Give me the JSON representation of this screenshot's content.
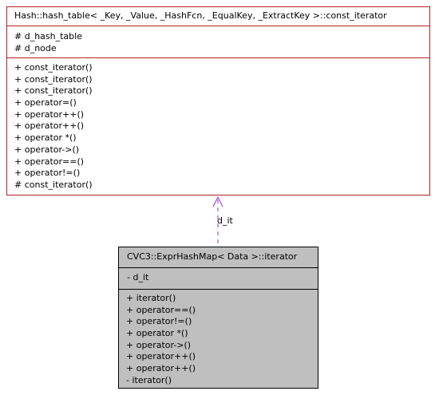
{
  "base_class": {
    "title": "Hash::hash_table< _Key, _Value, _HashFcn, _EqualKey, _ExtractKey >::const_iterator",
    "attributes": [
      "# d_hash_table",
      "# d_node"
    ],
    "operations": [
      "+ const_iterator()",
      "+ const_iterator()",
      "+ const_iterator()",
      "+ operator=()",
      "+ operator++()",
      "+ operator++()",
      "+ operator *()",
      "+ operator->()",
      "+ operator==()",
      "+ operator!=()",
      "# const_iterator()"
    ]
  },
  "derived_class": {
    "title": "CVC3::ExprHashMap< Data >::iterator",
    "attributes": [
      "- d_it"
    ],
    "operations": [
      "+ iterator()",
      "+ operator==()",
      "+ operator!=()",
      "+ operator *()",
      "+ operator->()",
      "+ operator++()",
      "+ operator++()",
      "- iterator()"
    ]
  },
  "relation": {
    "label": "d_it",
    "color": "#9a32cd"
  },
  "colors": {
    "base_border": "#b22222",
    "derived_border": "#000000",
    "derived_fill": "#bfbfbf"
  }
}
